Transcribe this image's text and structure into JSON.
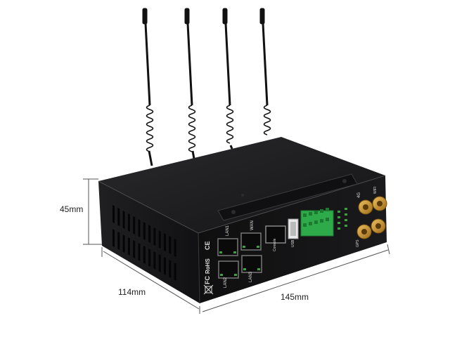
{
  "dimensions": {
    "height": "45mm",
    "depth": "114mm",
    "width": "145mm"
  },
  "front_labels": {
    "lan1": "LAN1",
    "lan2": "LAN2",
    "lan3": "LAN3",
    "wan": "WAN",
    "console": "Console",
    "usb": "USB",
    "wifi": "WIFI",
    "ant_4g": "4G",
    "gps": "GPS"
  },
  "cert_marks": {
    "ce": "CE",
    "rohs": "RoHS",
    "fc": "FC"
  },
  "colors": {
    "body": "#1c1c1e",
    "terminal_block": "#2eaa4a",
    "sma_gold": "#c8962e"
  }
}
